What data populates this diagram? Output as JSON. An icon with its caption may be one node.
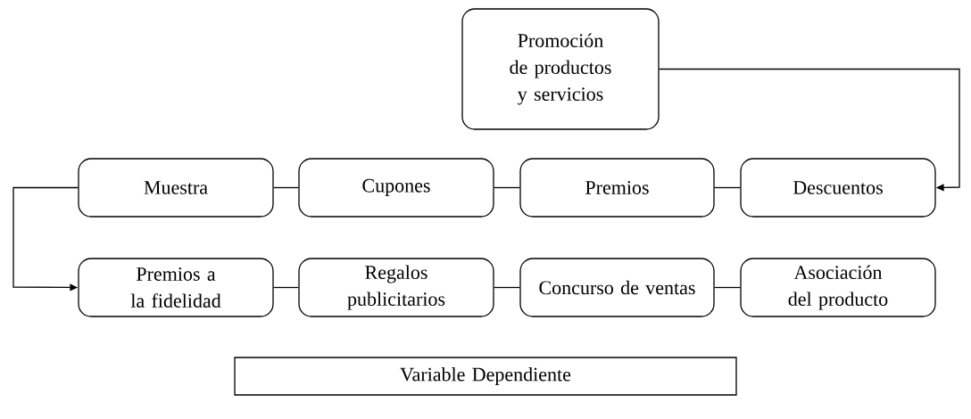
{
  "diagram": {
    "nodes": [
      {
        "text": [
          "Promoción de productos y servicios"
        ]
      },
      {
        "text": [
          "Muestra"
        ]
      },
      {
        "text": [
          "Cupones"
        ]
      },
      {
        "text": [
          "Premios"
        ]
      },
      {
        "text": [
          "Descuentos"
        ]
      },
      {
        "text": [
          "Premios a la fidelidad"
        ]
      },
      {
        "text": [
          "Regalos publicitarios"
        ]
      },
      {
        "text": [
          "Concurso de ventas"
        ]
      },
      {
        "text": [
          "Asociación del producto"
        ]
      },
      {
        "text": [
          "Variable Dependiente"
        ]
      }
    ],
    "edges": [
      {
        "from": 0,
        "to": 4,
        "arrow": "to"
      },
      {
        "from": 1,
        "to": 5,
        "arrow": "to"
      },
      {
        "from": 1,
        "to": 2,
        "arrow": "none"
      },
      {
        "from": 2,
        "to": 3,
        "arrow": "none"
      },
      {
        "from": 3,
        "to": 4,
        "arrow": "none"
      },
      {
        "from": 5,
        "to": 6,
        "arrow": "none"
      },
      {
        "from": 6,
        "to": 7,
        "arrow": "none"
      },
      {
        "from": 7,
        "to": 8,
        "arrow": "none"
      }
    ]
  }
}
